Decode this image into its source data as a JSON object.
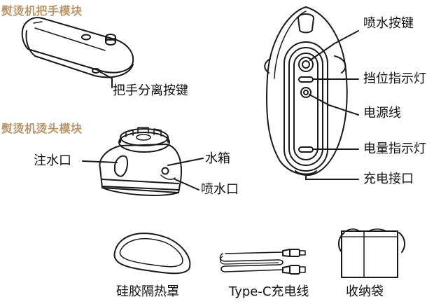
{
  "colors": {
    "accent": "#b9966a",
    "line": "#1a1a1a",
    "text": "#111111",
    "background": "#ffffff"
  },
  "sections": {
    "handle_module": {
      "title": "熨烫机把手模块",
      "labels": {
        "handle_release_button": "把手分离按键"
      }
    },
    "head_module": {
      "title": "熨烫机烫头模块",
      "labels": {
        "water_inlet": "注水口",
        "water_tank": "水箱",
        "spray_nozzle": "喷水口"
      }
    },
    "main_unit": {
      "labels": {
        "spray_button": "喷水按键",
        "level_indicator": "挡位指示灯",
        "power_cord": "电源线",
        "battery_indicator": "电量指示灯",
        "charging_port": "充电接口"
      }
    }
  },
  "accessories": [
    {
      "label": "硅胶隔热罩",
      "icon": "silicone-heat-cover-icon"
    },
    {
      "label": "Type-C充电线",
      "icon": "type-c-cable-icon"
    },
    {
      "label": "收纳袋",
      "icon": "storage-bag-icon"
    }
  ]
}
